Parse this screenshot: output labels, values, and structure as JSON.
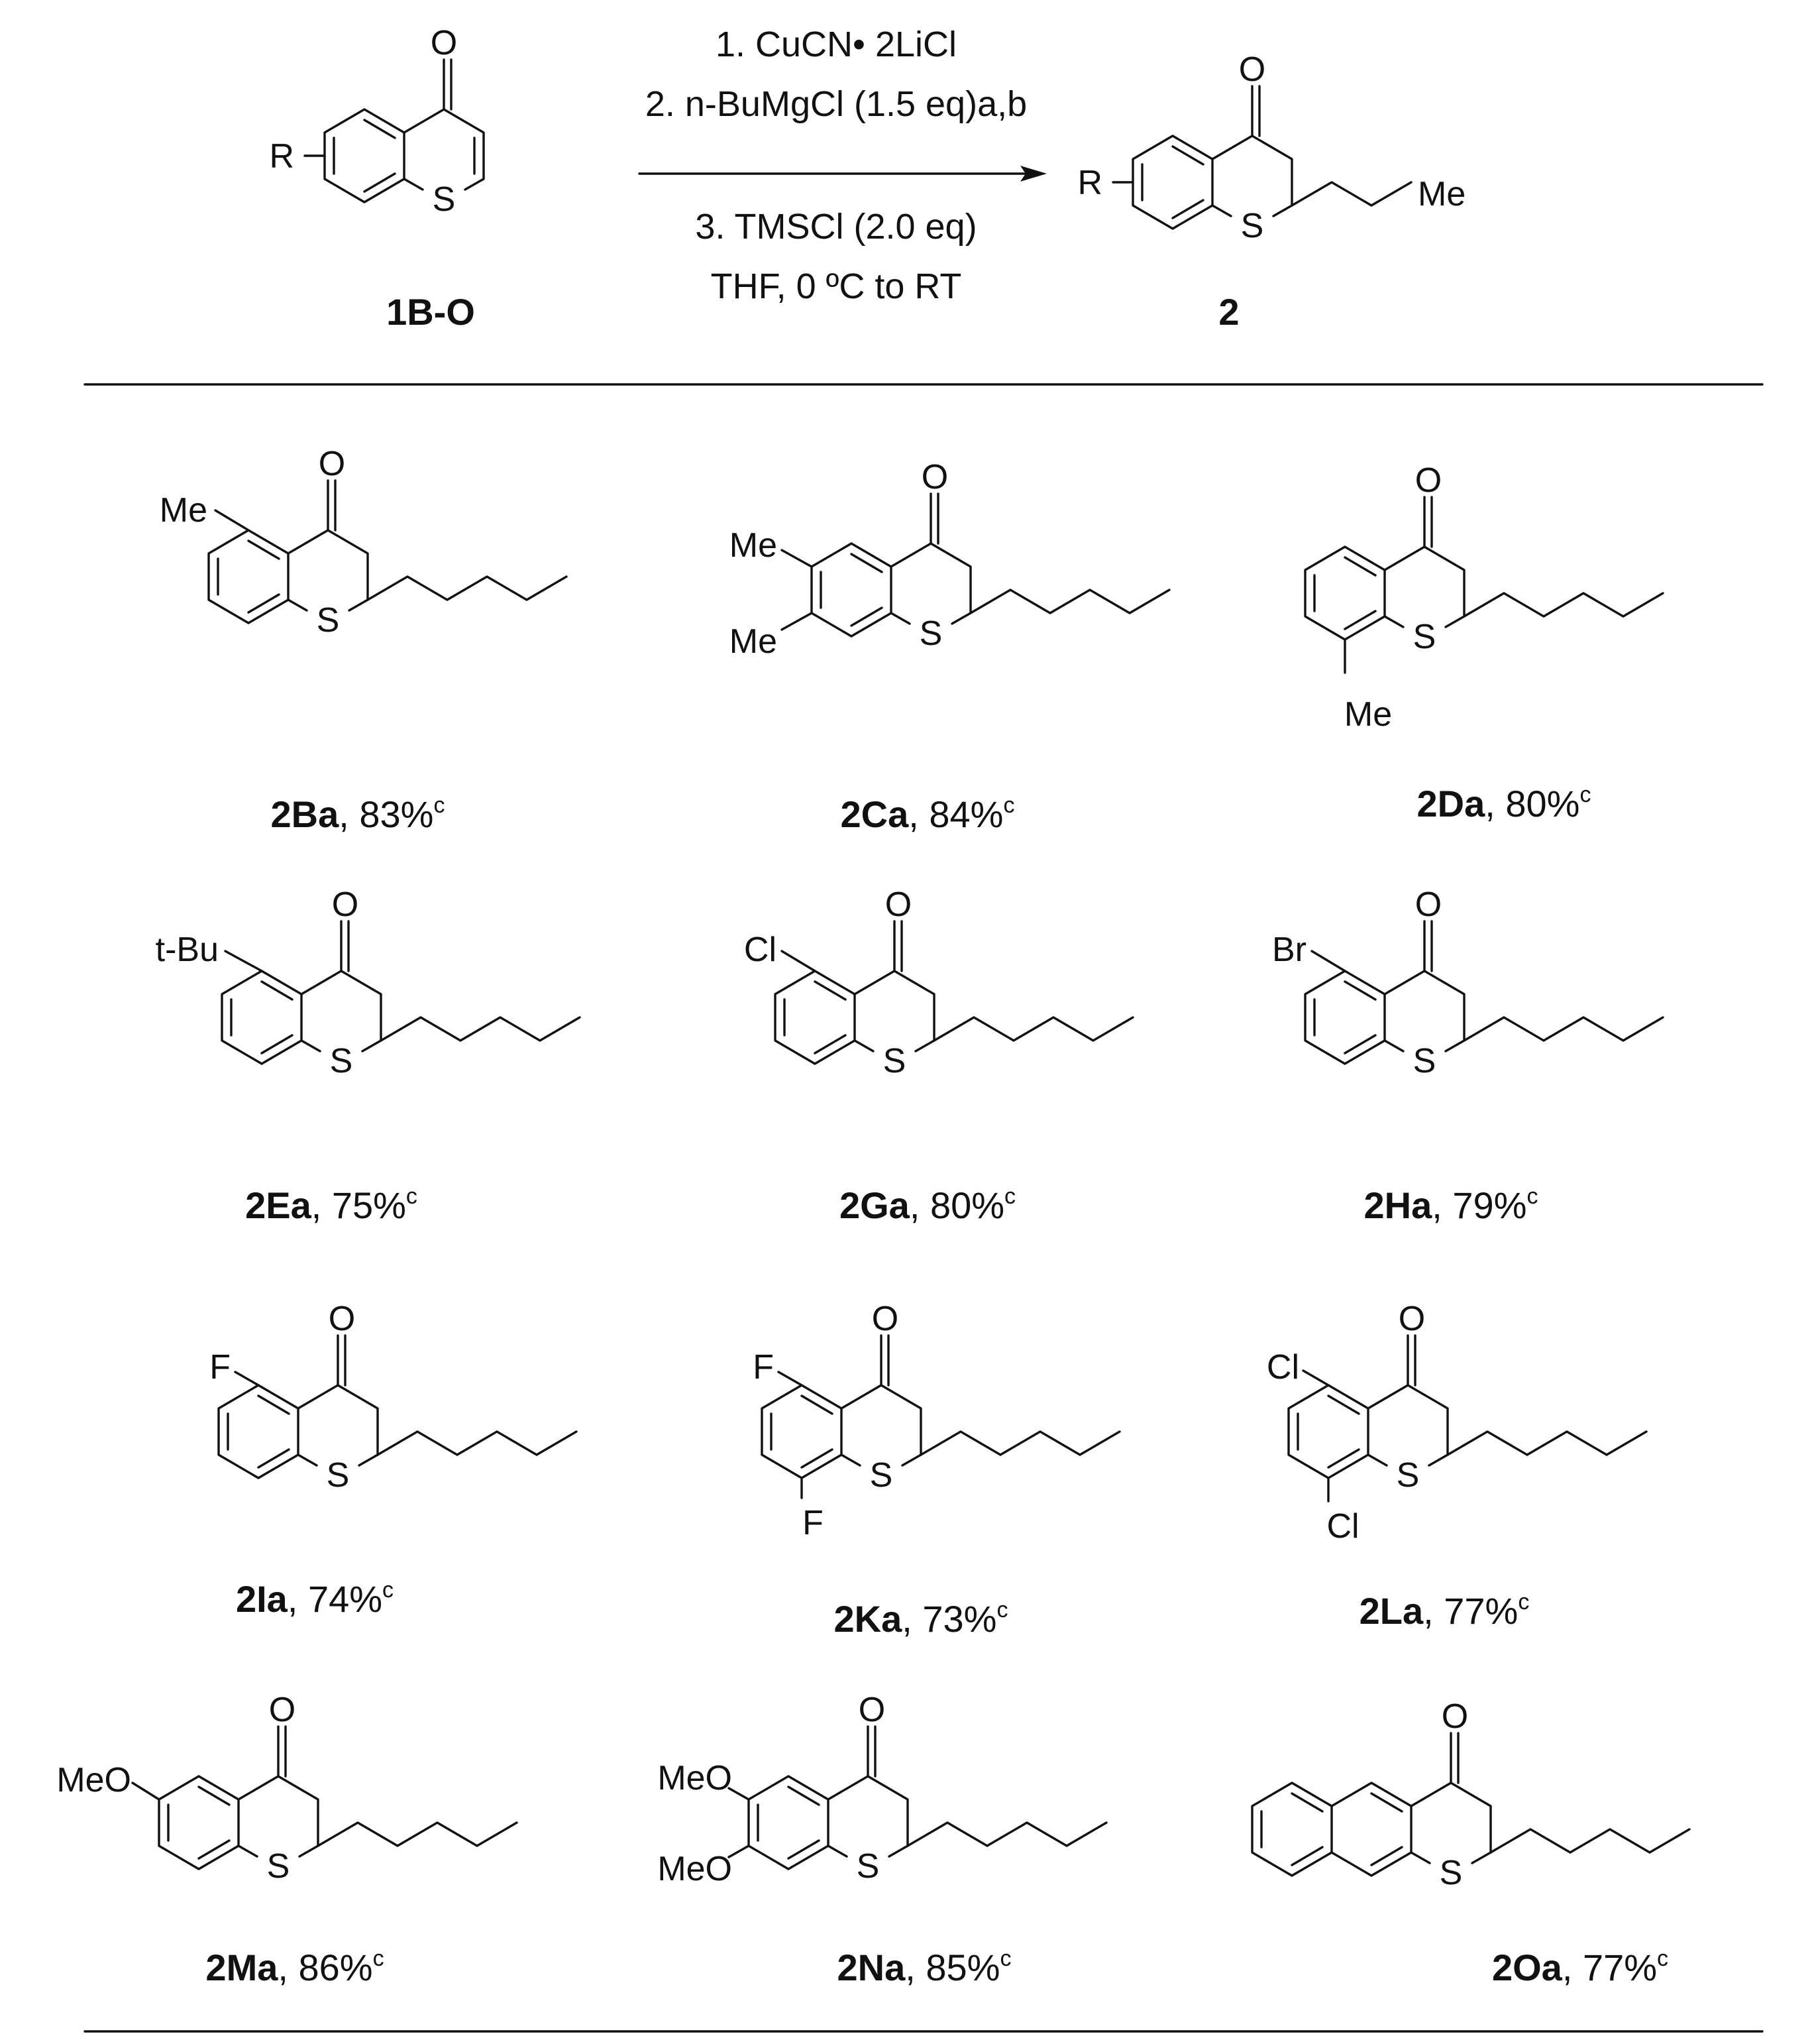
{
  "reaction": {
    "conditions": [
      "1. CuCN• 2LiCl",
      "2. n-BuMgCl (1.5 eq)a,b",
      "3. TMSCl (2.0 eq)",
      "THF, 0 ºC to RT"
    ],
    "start_label": "1B-O",
    "product_label": "2"
  },
  "products": [
    {
      "id": "2Ba",
      "yield": ", 83%",
      "note": "c"
    },
    {
      "id": "2Ca",
      "yield": ", 84%",
      "note": "c"
    },
    {
      "id": "2Da",
      "yield": ", 80%",
      "note": "c"
    },
    {
      "id": "2Ea",
      "yield": ", 75%",
      "note": "c"
    },
    {
      "id": "2Ga",
      "yield": ", 80%",
      "note": "c"
    },
    {
      "id": "2Ha",
      "yield": ", 79%",
      "note": "c"
    },
    {
      "id": "2Ia",
      "yield": ", 74%",
      "note": "c"
    },
    {
      "id": "2Ka",
      "yield": ", 73%",
      "note": "c"
    },
    {
      "id": "2La",
      "yield": ", 77%",
      "note": "c"
    },
    {
      "id": "2Ma",
      "yield": ", 86%",
      "note": "c"
    },
    {
      "id": "2Na",
      "yield": ", 85%",
      "note": "c"
    },
    {
      "id": "2Oa",
      "yield": ", 77%",
      "note": "c"
    }
  ],
  "atoms": {
    "O": "O",
    "S": "S",
    "R": "R",
    "Me": "Me",
    "tBu": "t-Bu",
    "Cl": "Cl",
    "Br": "Br",
    "F": "F",
    "MeO": "MeO"
  }
}
